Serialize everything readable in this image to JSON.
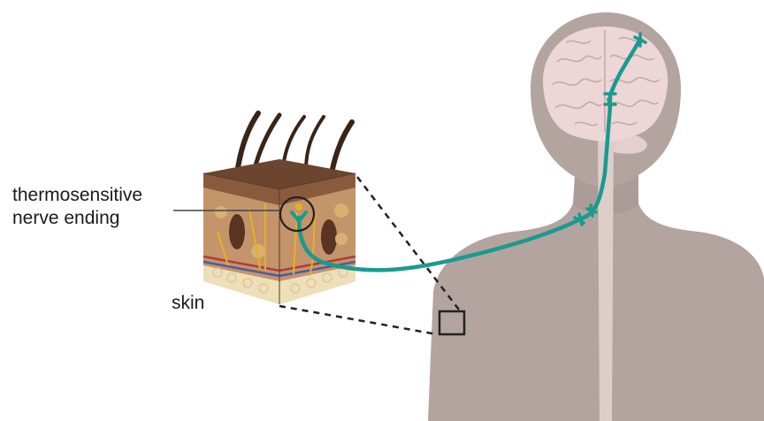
{
  "labels": {
    "nerve_line1": "thermosensitive",
    "nerve_line2": "nerve ending",
    "skin": "skin"
  },
  "colors": {
    "nerve": "#1a9a90",
    "body": "#b3a4a0",
    "body_shadow": "#a6958f",
    "spine": "#dccfca",
    "brain": "#ecd6d6",
    "brain_fold": "#c9a8a9",
    "hair": "#3a2418",
    "skin_top": "#6b4530",
    "epidermis": "#8a5a3c",
    "dermis": "#c4946a",
    "fat": "#eedfb8",
    "nerve_fiber": "#e8b020",
    "vessel_red": "#b23a3a",
    "vessel_blue": "#4a5ba8",
    "outline": "#222222"
  },
  "icons": [
    "human-torso-icon",
    "brain-icon",
    "skin-block-icon",
    "hair-icon",
    "nerve-path-icon",
    "zoom-box-icon"
  ]
}
